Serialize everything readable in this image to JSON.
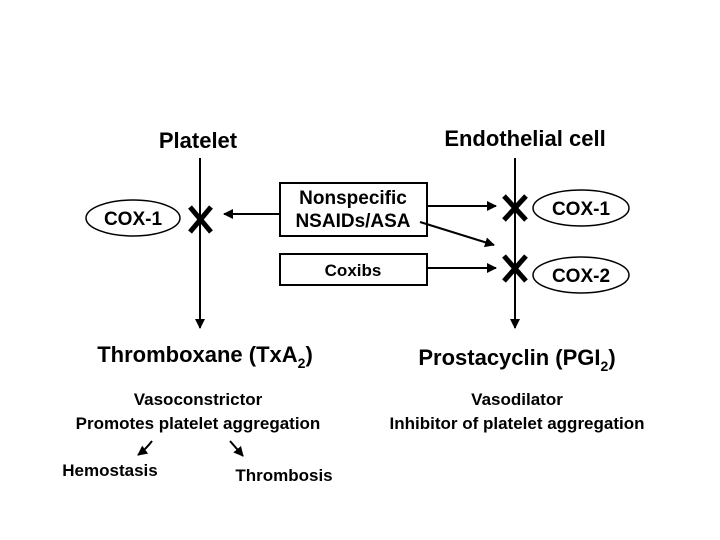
{
  "platelet": {
    "title": "Platelet",
    "enzyme": "COX-1",
    "product_main": "Thromboxane (TxA",
    "product_sub": "2",
    "product_close": ")",
    "effect_1": "Vasoconstrictor",
    "effect_2": "Promotes platelet aggregation",
    "outcome_1": "Hemostasis",
    "outcome_2": "Thrombosis"
  },
  "endothelial": {
    "title": "Endothelial cell",
    "enzyme_1": "COX-1",
    "enzyme_2": "COX-2",
    "product_main": "Prostacyclin (PGI",
    "product_sub": "2",
    "product_close": ")",
    "effect_1": "Vasodilator",
    "effect_2": "Inhibitor of platelet aggregation"
  },
  "drugs": {
    "nsaids_line1": "Nonspecific",
    "nsaids_line2": "NSAIDs/ASA",
    "coxibs": "Coxibs"
  }
}
